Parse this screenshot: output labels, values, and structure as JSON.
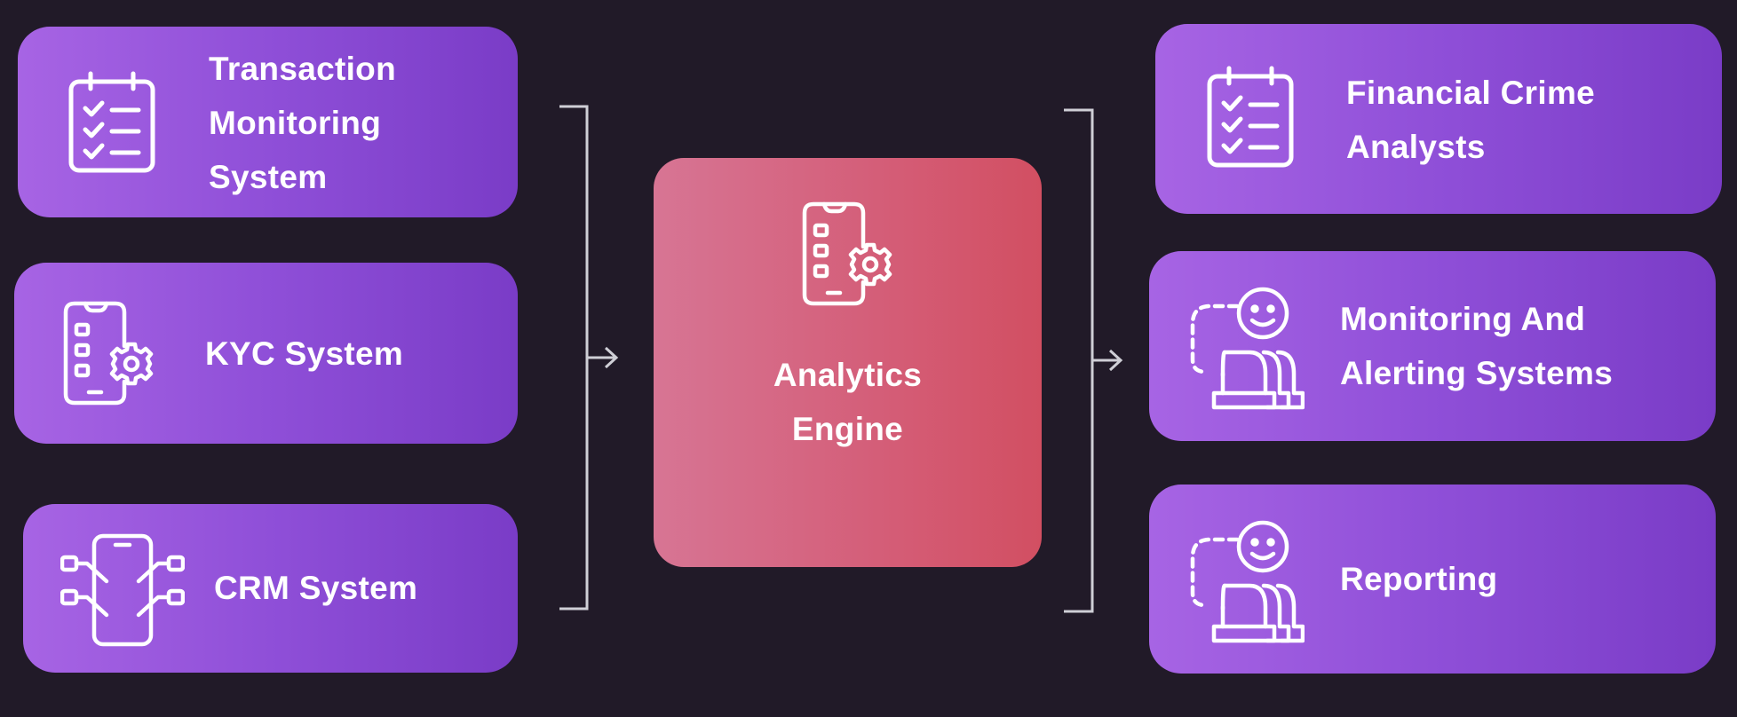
{
  "inputs": [
    {
      "label_lines": [
        "Transaction",
        "Monitoring",
        "System"
      ],
      "icon": "checklist-icon"
    },
    {
      "label_lines": [
        "KYC System"
      ],
      "icon": "phone-gear-icon"
    },
    {
      "label_lines": [
        "CRM System"
      ],
      "icon": "phone-network-icon"
    }
  ],
  "engine": {
    "label_lines": [
      "Analytics",
      "Engine"
    ],
    "icon": "phone-gear-icon"
  },
  "outputs": [
    {
      "label_lines": [
        "Financial Crime",
        "Analysts"
      ],
      "icon": "checklist-icon"
    },
    {
      "label_lines": [
        "Monitoring And",
        "Alerting Systems"
      ],
      "icon": "user-group-icon"
    },
    {
      "label_lines": [
        "Reporting"
      ],
      "icon": "user-group-icon"
    }
  ],
  "colors": {
    "background": "#211a28",
    "box_gradient": [
      "#a764e4",
      "#7a3cc7"
    ],
    "engine_gradient": [
      "#d77594",
      "#d24f62"
    ],
    "connector": "#cfcfd6"
  }
}
